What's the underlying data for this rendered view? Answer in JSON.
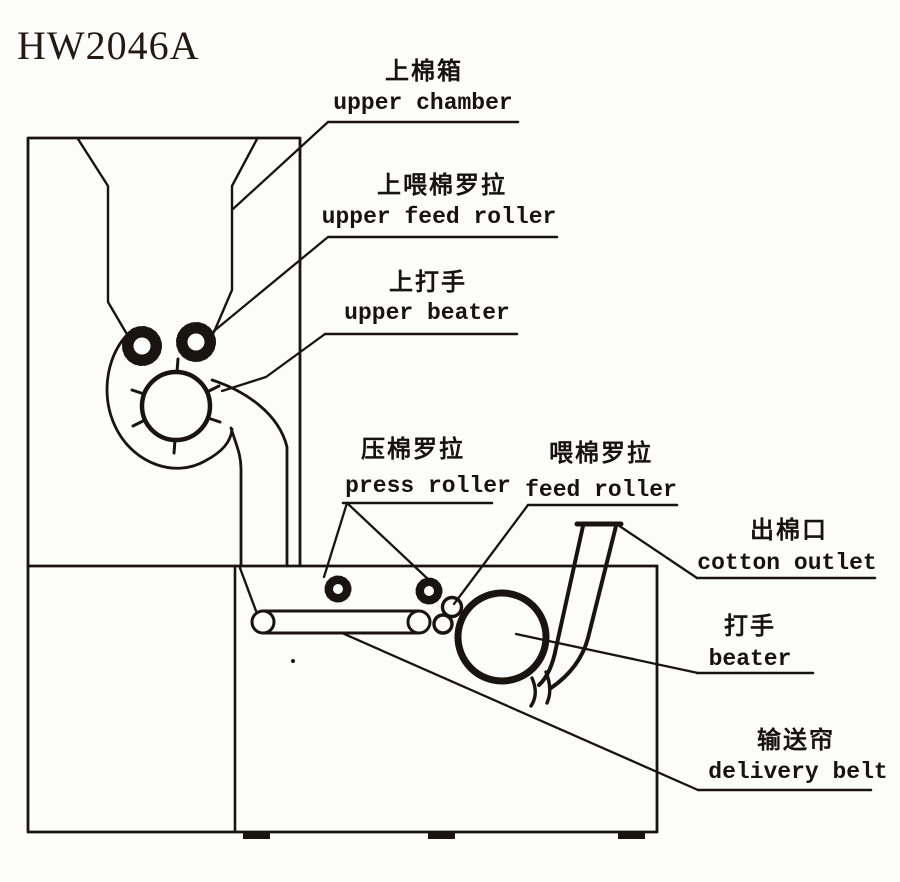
{
  "title": "HW2046A",
  "labels": {
    "upper_chamber": {
      "zh": "上棉箱",
      "en": "upper chamber"
    },
    "upper_feed_roller": {
      "zh": "上喂棉罗拉",
      "en": "upper feed roller"
    },
    "upper_beater": {
      "zh": "上打手",
      "en": "upper beater"
    },
    "press_roller": {
      "zh": "压棉罗拉",
      "en": "press roller"
    },
    "feed_roller": {
      "zh": "喂棉罗拉",
      "en": "feed roller"
    },
    "cotton_outlet": {
      "zh": "出棉口",
      "en": "cotton outlet"
    },
    "beater": {
      "zh": "打手",
      "en": "beater"
    },
    "delivery_belt": {
      "zh": "输送帘",
      "en": "delivery belt"
    }
  },
  "colors": {
    "ink": "#1a1410",
    "paper": "#fcfcfa"
  }
}
